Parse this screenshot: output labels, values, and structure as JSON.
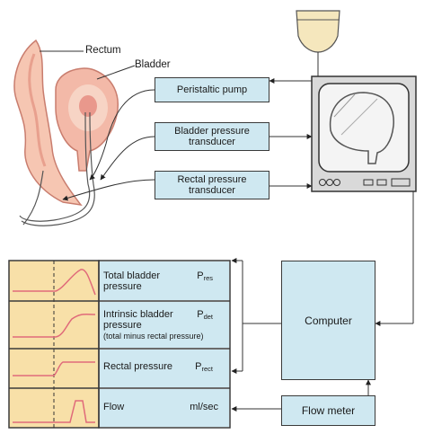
{
  "anatomy": {
    "rectum_label": "Rectum",
    "bladder_label": "Bladder"
  },
  "boxes": {
    "pump": "Peristaltic pump",
    "bladder_transducer_1": "Bladder pressure",
    "bladder_transducer_2": "transducer",
    "rectal_transducer_1": "Rectal pressure",
    "rectal_transducer_2": "transducer",
    "computer": "Computer",
    "flow_meter": "Flow meter"
  },
  "traces": [
    {
      "label_1": "Total bladder",
      "label_2": "pressure",
      "symbol": "P",
      "subscript": "res",
      "note": ""
    },
    {
      "label_1": "Intrinsic bladder",
      "label_2": "pressure",
      "symbol": "P",
      "subscript": "det",
      "note": "(total minus rectal pressure)"
    },
    {
      "label_1": "Rectal pressure",
      "label_2": "",
      "symbol": "P",
      "subscript": "rect",
      "note": ""
    },
    {
      "label_1": "Flow",
      "label_2": "",
      "symbol": "ml/sec",
      "subscript": "",
      "note": ""
    }
  ],
  "colors": {
    "box_fill": "#cfe8f1",
    "chart_fill": "#f8e0a8",
    "trace": "#e06a7a",
    "anatomy_fill": "#f4c7b0",
    "fluid": "#f3e2ad"
  }
}
